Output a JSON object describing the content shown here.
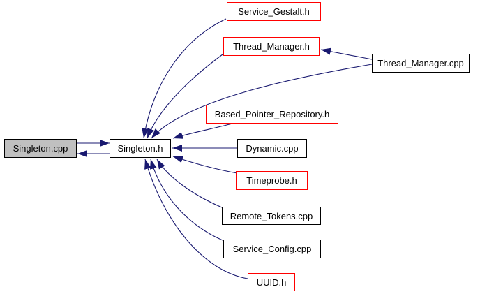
{
  "diagram": {
    "kind": "include-dependency-graph",
    "colors": {
      "edge": "#191970",
      "node_border": "#000000",
      "linked_node_border": "#ff0000",
      "current_node_fill": "#c0c0c0",
      "node_fill": "#ffffff",
      "background": "#ffffff",
      "text": "#000000"
    },
    "nodes": [
      {
        "id": "singleton-cpp",
        "label": "Singleton.cpp",
        "style": "current"
      },
      {
        "id": "singleton-h",
        "label": "Singleton.h",
        "style": "plain"
      },
      {
        "id": "service-gestalt-h",
        "label": "Service_Gestalt.h",
        "style": "linked"
      },
      {
        "id": "thread-manager-h",
        "label": "Thread_Manager.h",
        "style": "linked"
      },
      {
        "id": "thread-manager-cpp",
        "label": "Thread_Manager.cpp",
        "style": "plain"
      },
      {
        "id": "based-pointer-repository-h",
        "label": "Based_Pointer_Repository.h",
        "style": "linked"
      },
      {
        "id": "dynamic-cpp",
        "label": "Dynamic.cpp",
        "style": "plain"
      },
      {
        "id": "timeprobe-h",
        "label": "Timeprobe.h",
        "style": "linked"
      },
      {
        "id": "remote-tokens-cpp",
        "label": "Remote_Tokens.cpp",
        "style": "plain"
      },
      {
        "id": "service-config-cpp",
        "label": "Service_Config.cpp",
        "style": "plain"
      },
      {
        "id": "uuid-h",
        "label": "UUID.h",
        "style": "linked"
      }
    ],
    "edges": [
      {
        "from": "Singleton.cpp",
        "to": "Singleton.h"
      },
      {
        "from": "Singleton.h",
        "to": "Singleton.cpp"
      },
      {
        "from": "Service_Gestalt.h",
        "to": "Singleton.h"
      },
      {
        "from": "Thread_Manager.h",
        "to": "Singleton.h"
      },
      {
        "from": "Thread_Manager.cpp",
        "to": "Singleton.h"
      },
      {
        "from": "Thread_Manager.cpp",
        "to": "Thread_Manager.h"
      },
      {
        "from": "Based_Pointer_Repository.h",
        "to": "Singleton.h"
      },
      {
        "from": "Dynamic.cpp",
        "to": "Singleton.h"
      },
      {
        "from": "Timeprobe.h",
        "to": "Singleton.h"
      },
      {
        "from": "Remote_Tokens.cpp",
        "to": "Singleton.h"
      },
      {
        "from": "Service_Config.cpp",
        "to": "Singleton.h"
      },
      {
        "from": "UUID.h",
        "to": "Singleton.h"
      }
    ]
  }
}
